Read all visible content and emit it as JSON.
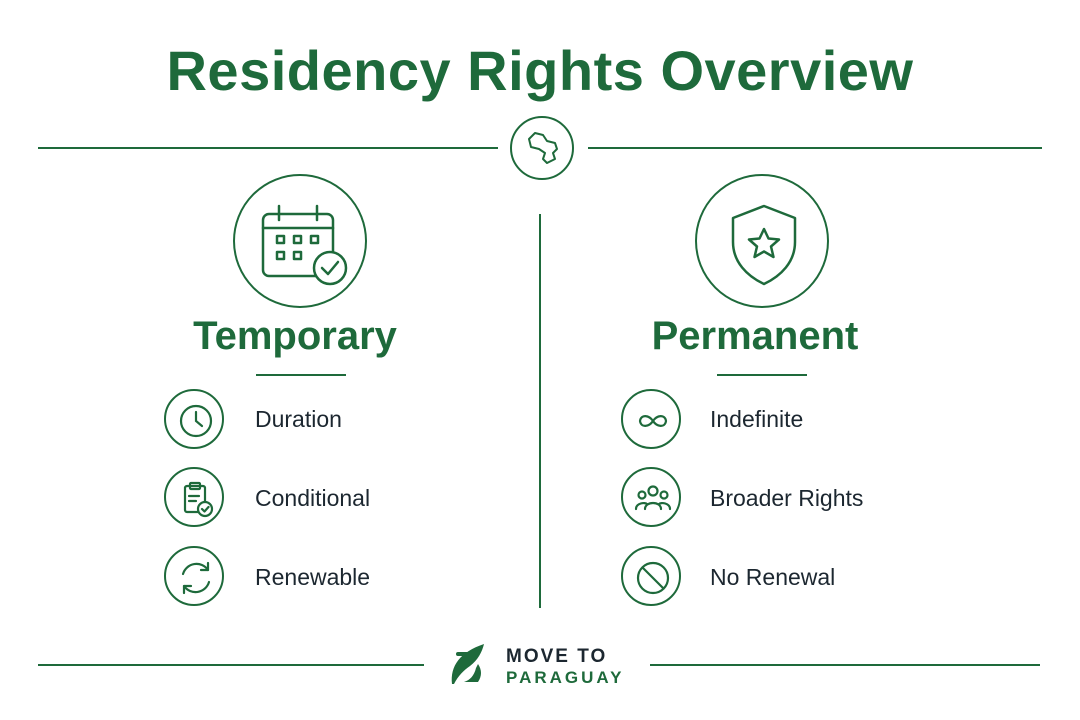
{
  "title": "Residency Rights Overview",
  "colors": {
    "accent": "#1e6a3b",
    "text": "#1c2730",
    "background": "#ffffff"
  },
  "header_icon": "paraguay-map-icon",
  "columns": [
    {
      "title": "Temporary",
      "icon": "calendar-check-icon",
      "items": [
        {
          "label": "Duration",
          "icon": "clock-icon"
        },
        {
          "label": "Conditional",
          "icon": "clipboard-check-icon"
        },
        {
          "label": "Renewable",
          "icon": "refresh-icon"
        }
      ]
    },
    {
      "title": "Permanent",
      "icon": "shield-star-icon",
      "items": [
        {
          "label": "Indefinite",
          "icon": "infinity-icon"
        },
        {
          "label": "Broader Rights",
          "icon": "people-icon"
        },
        {
          "label": "No Renewal",
          "icon": "no-symbol-icon"
        }
      ]
    }
  ],
  "brand": {
    "line1": "MOVE TO",
    "line2": "PARAGUAY",
    "icon": "leaf-logo-icon"
  }
}
